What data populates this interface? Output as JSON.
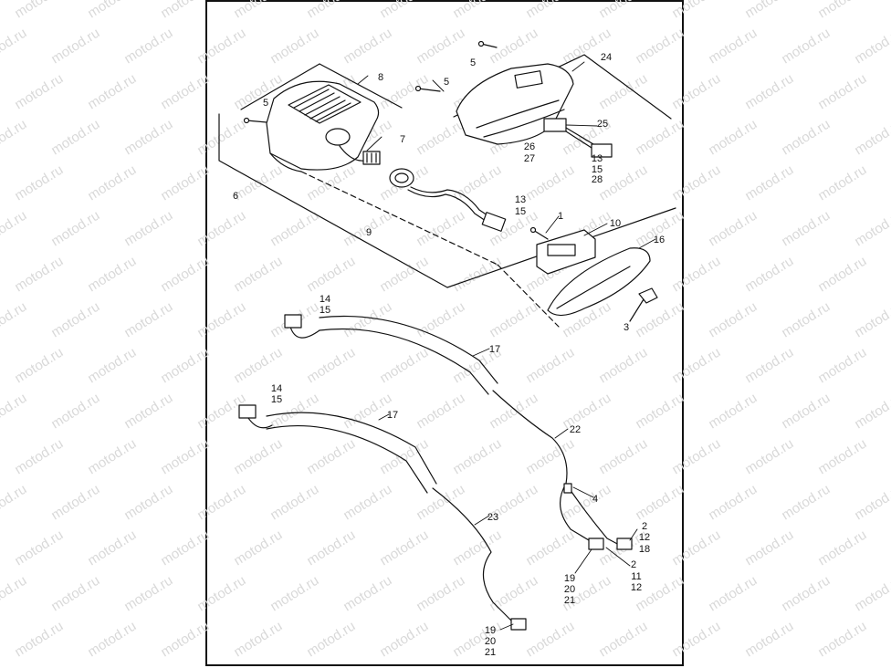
{
  "watermark": "motod.ru",
  "callouts": {
    "c1": "1",
    "c2a": "2",
    "c2b": "2",
    "c3": "3",
    "c4": "4",
    "c5a": "5",
    "c5b": "5",
    "c5c": "5",
    "c6": "6",
    "c7": "7",
    "c8": "8",
    "c9": "9",
    "c10": "10",
    "c11": "11",
    "c12a": "12",
    "c12b": "12",
    "c13a": "13",
    "c13b": "13",
    "c14a": "14",
    "c14b": "14",
    "c15a": "15",
    "c15b": "15",
    "c15c": "15",
    "c15d": "15",
    "c16": "16",
    "c17a": "17",
    "c17b": "17",
    "c18": "18",
    "c19a": "19",
    "c19b": "19",
    "c20a": "20",
    "c20b": "20",
    "c21a": "21",
    "c21b": "21",
    "c22": "22",
    "c23": "23",
    "c24": "24",
    "c25": "25",
    "c26": "26",
    "c27": "27",
    "c28": "28"
  },
  "colors": {
    "line": "#111111",
    "watermark": "#d9d9d9",
    "background": "#ffffff"
  }
}
